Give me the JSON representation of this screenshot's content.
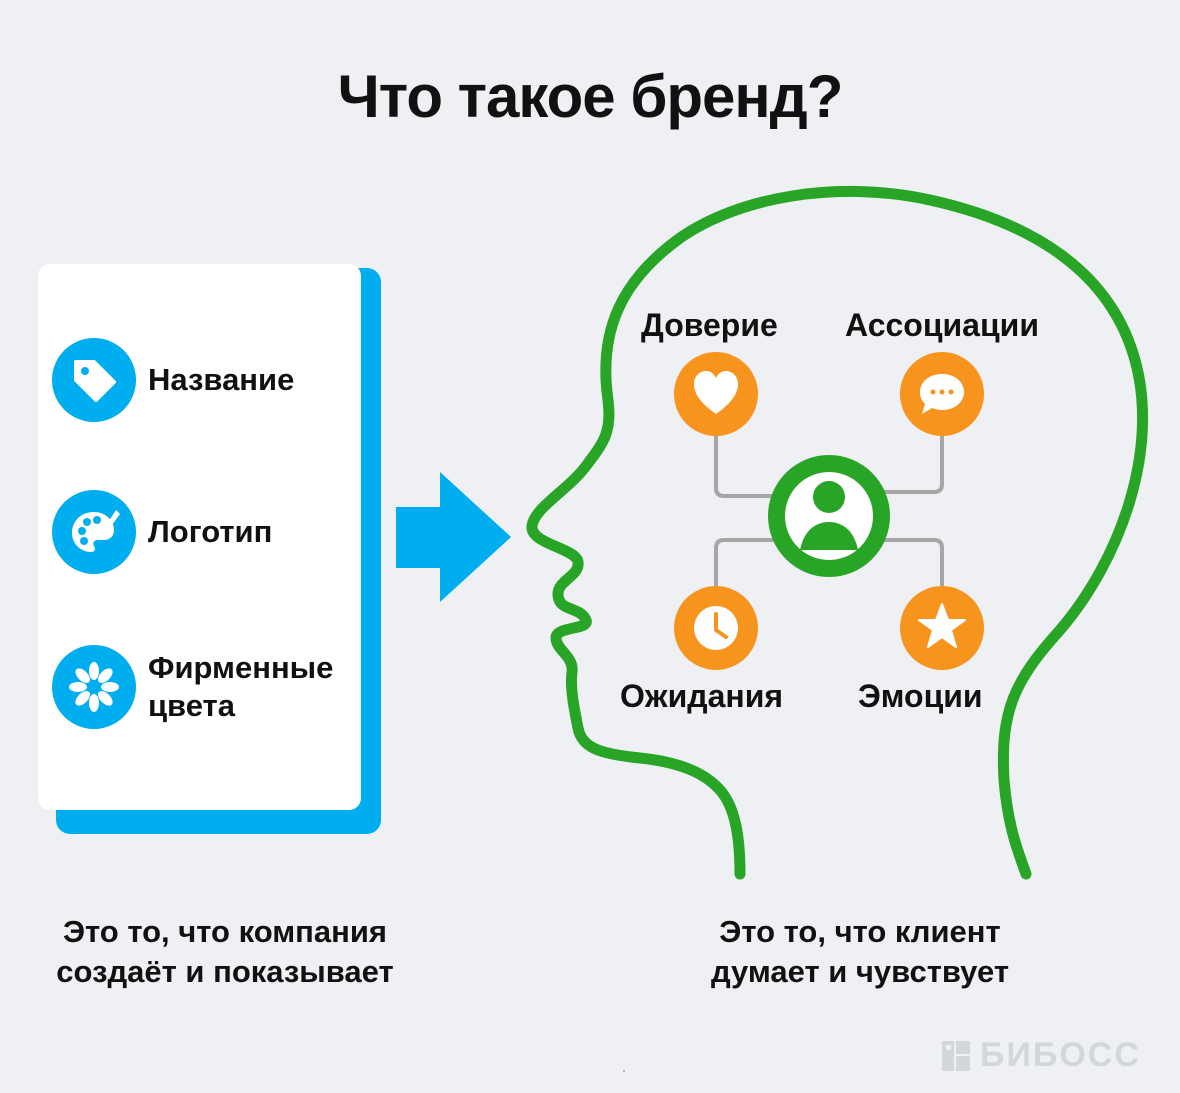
{
  "title": "Что такое бренд?",
  "left_card": {
    "items": [
      {
        "label": "Название",
        "icon": "tag-icon"
      },
      {
        "label": "Логотип",
        "icon": "palette-icon"
      },
      {
        "label": "Фирменные цвета",
        "icon": "flower-icon"
      }
    ]
  },
  "captions": {
    "left": "Это то, что компания создаёт и показывает",
    "right": "Это то, что клиент думает и чувствует"
  },
  "mind": {
    "center_icon": "person-icon",
    "nodes": [
      {
        "label": "Доверие",
        "icon": "heart-icon"
      },
      {
        "label": "Ассоциации",
        "icon": "chat-bubble-icon"
      },
      {
        "label": "Ожидания",
        "icon": "clock-icon"
      },
      {
        "label": "Эмоции",
        "icon": "star-icon"
      }
    ]
  },
  "watermark": "БИБОСС",
  "colors": {
    "blue": "#00adee",
    "green": "#28a527",
    "orange": "#f7941d",
    "connector_gray": "#a6a6a6",
    "background": "#eef0f4"
  }
}
